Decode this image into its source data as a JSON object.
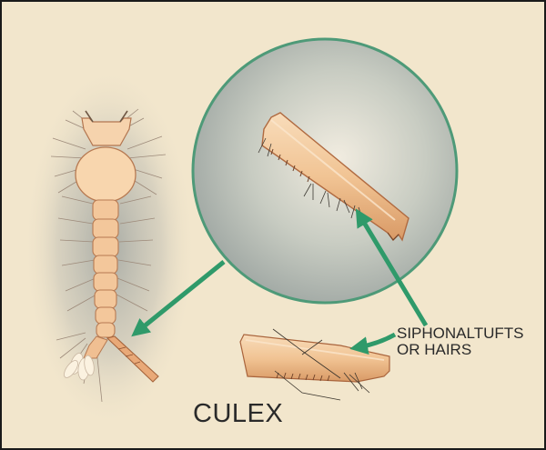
{
  "labels": {
    "title": "CULEX",
    "siphon_line1": "SIPHONALTUFTS",
    "siphon_line2": "OR HAIRS"
  },
  "colors": {
    "background": "#f2e6cc",
    "larva_body": "#f3c79b",
    "larva_outline": "#c08055",
    "arrow": "#2f9a6a",
    "circle_rim": "#4e9a78",
    "circle_fill": "#cfd2c6"
  },
  "figure": {
    "elements": [
      "culex-larva",
      "magnifier-circle",
      "siphon-enlarged",
      "siphon-detail",
      "pointer-arrow-to-larva",
      "pointer-arrow-to-tufts",
      "pointer-arrow-to-detail"
    ]
  }
}
